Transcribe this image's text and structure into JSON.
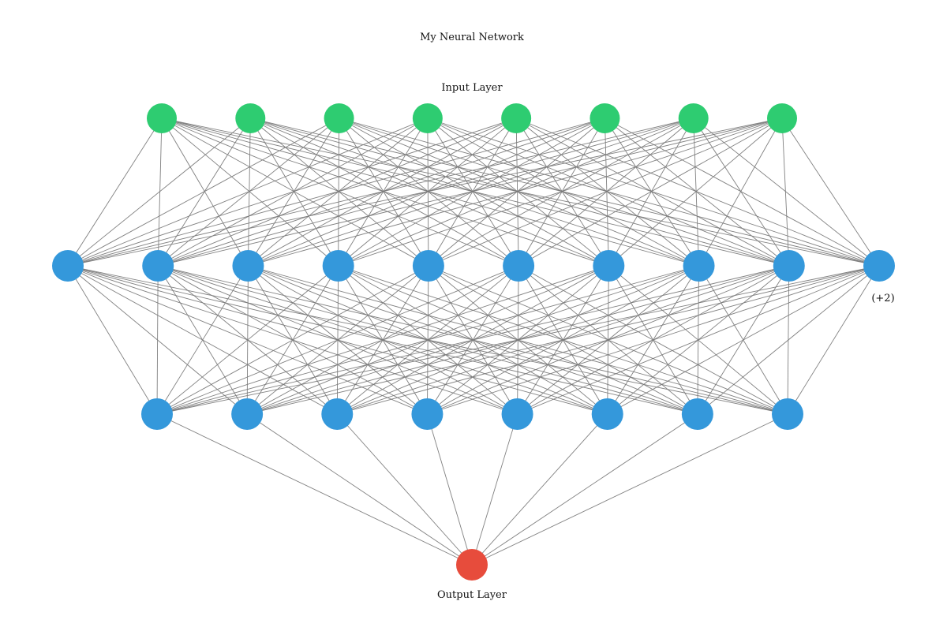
{
  "title": "My Neural Network",
  "colors": {
    "input_node": "#2ecc71",
    "hidden_node": "#3498db",
    "output_node": "#e74c3c",
    "edge": "#7a7a7a"
  },
  "layers": [
    {
      "key": "input",
      "label": "Input Layer",
      "node_count": 8,
      "node_color": "#2ecc71"
    },
    {
      "key": "hidden1",
      "label": "",
      "node_count": 10,
      "node_color": "#3498db",
      "overflow_label": "(+2)"
    },
    {
      "key": "hidden2",
      "label": "",
      "node_count": 8,
      "node_color": "#3498db"
    },
    {
      "key": "output",
      "label": "Output Layer",
      "node_count": 1,
      "node_color": "#e74c3c"
    }
  ]
}
